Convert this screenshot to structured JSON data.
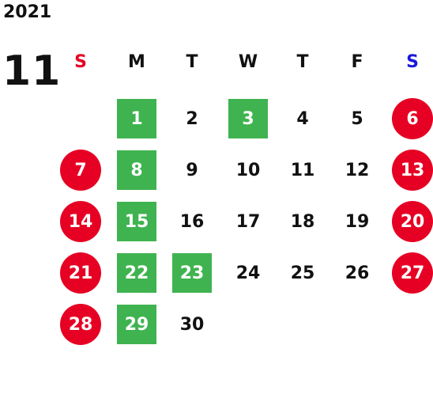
{
  "year": "2021",
  "month": "11",
  "weekday_headers": [
    "S",
    "M",
    "T",
    "W",
    "T",
    "F",
    "S"
  ],
  "colors": {
    "sunday_header": "#e60023",
    "saturday_header": "#1a1adb",
    "holiday_circle": "#e60023",
    "highlight_square": "#3fb34f"
  },
  "weeks": [
    [
      null,
      {
        "day": "1",
        "mark": "green"
      },
      {
        "day": "2"
      },
      {
        "day": "3",
        "mark": "green"
      },
      {
        "day": "4"
      },
      {
        "day": "5"
      },
      {
        "day": "6",
        "mark": "red"
      }
    ],
    [
      {
        "day": "7",
        "mark": "red"
      },
      {
        "day": "8",
        "mark": "green"
      },
      {
        "day": "9"
      },
      {
        "day": "10"
      },
      {
        "day": "11"
      },
      {
        "day": "12"
      },
      {
        "day": "13",
        "mark": "red"
      }
    ],
    [
      {
        "day": "14",
        "mark": "red"
      },
      {
        "day": "15",
        "mark": "green"
      },
      {
        "day": "16"
      },
      {
        "day": "17"
      },
      {
        "day": "18"
      },
      {
        "day": "19"
      },
      {
        "day": "20",
        "mark": "red"
      }
    ],
    [
      {
        "day": "21",
        "mark": "red"
      },
      {
        "day": "22",
        "mark": "green"
      },
      {
        "day": "23",
        "mark": "green"
      },
      {
        "day": "24"
      },
      {
        "day": "25"
      },
      {
        "day": "26"
      },
      {
        "day": "27",
        "mark": "red"
      }
    ],
    [
      {
        "day": "28",
        "mark": "red"
      },
      {
        "day": "29",
        "mark": "green"
      },
      {
        "day": "30"
      },
      null,
      null,
      null,
      null
    ]
  ]
}
